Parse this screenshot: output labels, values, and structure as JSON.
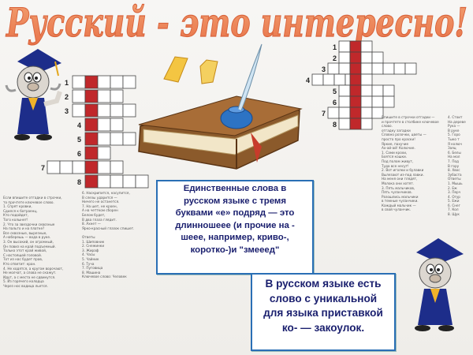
{
  "title": "Русский - это интересно!",
  "fact_box_1": {
    "lines": [
      "Единственные слова в",
      "русском языке с тремя",
      "буквами «е» подряд — это",
      "длинношеее (и прочие на -",
      "шеее, например, криво-,",
      "коротко-)и \"змееед\""
    ]
  },
  "fact_box_2": {
    "lines": [
      "В русском языке есть",
      "слово с уникальной",
      "для языка приставкой",
      "ко- — закоулок."
    ]
  },
  "crossword_left": {
    "numbers": [
      "1",
      "2",
      "3",
      "4",
      "5",
      "6",
      "7",
      "8"
    ]
  },
  "crossword_right": {
    "numbers": [
      "1",
      "2",
      "3",
      "4",
      "5",
      "6",
      "7",
      "8"
    ]
  },
  "clues_left_a": "Если впишите отгадки в строчки,\nто прочтете ключевое слово.\n1. Спрят кровки,\nСдился к батраенц,\nКто подойдет,\nТого колынет!\n2. Что за звездочки сквозные\nНа пальто и на платке?\nВсе сквозные, вырезные,\nА наберешь — вода в руке.\n3. Он высокий, он огромный,\nОн повиз на край подъемный.\nТолько этот край живой,\nС настоящей головой.\nТот из нас будет прав,\nКто ответит: кран.\n4. Не ходятся, а кругом ворочают,\nНе молчат, а слова не скажут.\nИдут, а с места не сдвинутся.\n5. Из горячего колодца\nЧерез нос водица льется.",
  "clues_left_b": "6. Наскрипится, насупится,\nВ слезы ударится —\nНичего не останется.\n7. На шет, не кроен,\nА на четтком сборен\nБелом будет,\nВ два глаза глядит.\n8. Ахнет —\nЯрко-красный глазок спишет.\n\nОтветы\n1. Шиповник\n2. Снежинки\n3. Жираф\n4. Часы\n5. Чайник\n6. Туча\n7. Пуговица\n8. Машина\nКлючевое слово: Человек",
  "clues_right_a": "Впишите в строчки отгадки —\nи прочтете в столбике ключевое\nслово.\nотгадку загадки\nСловно розочки, цветы —\nпросто про краски!\nЯркие, пахучие\nАх-ай-ай! Колючие.\n1. Сами крохи,\nБоятся кошки.\nПод полом живут,\nТуда все несут!\n2. Вот иголки и булавки\nВылезают из-под лавки.\nНа меня они глядят,\nМолока они хотят.\n3. Пять мальчиков,\nПять чуланчиков.\nРазошлись мальчики\nв темные чуланчики.\nКаждый мальчик —\nв свой чуланчик.",
  "clues_right_b": "4. Стоит\nНа дереве\nРука —\nВ руке\n5. Горо\nТыко т\nЯ колюч\nЗаяц\n6. Белы\nНа мол\n7. Под\nВ гору\n8. Хвос\nЗубаста\nОтветы\n1. Мышь\n2. Еж\n3. Перч\n4. Огур\n5. Ежи\n6. Снег\n7. Кол\n8. Щук"
}
